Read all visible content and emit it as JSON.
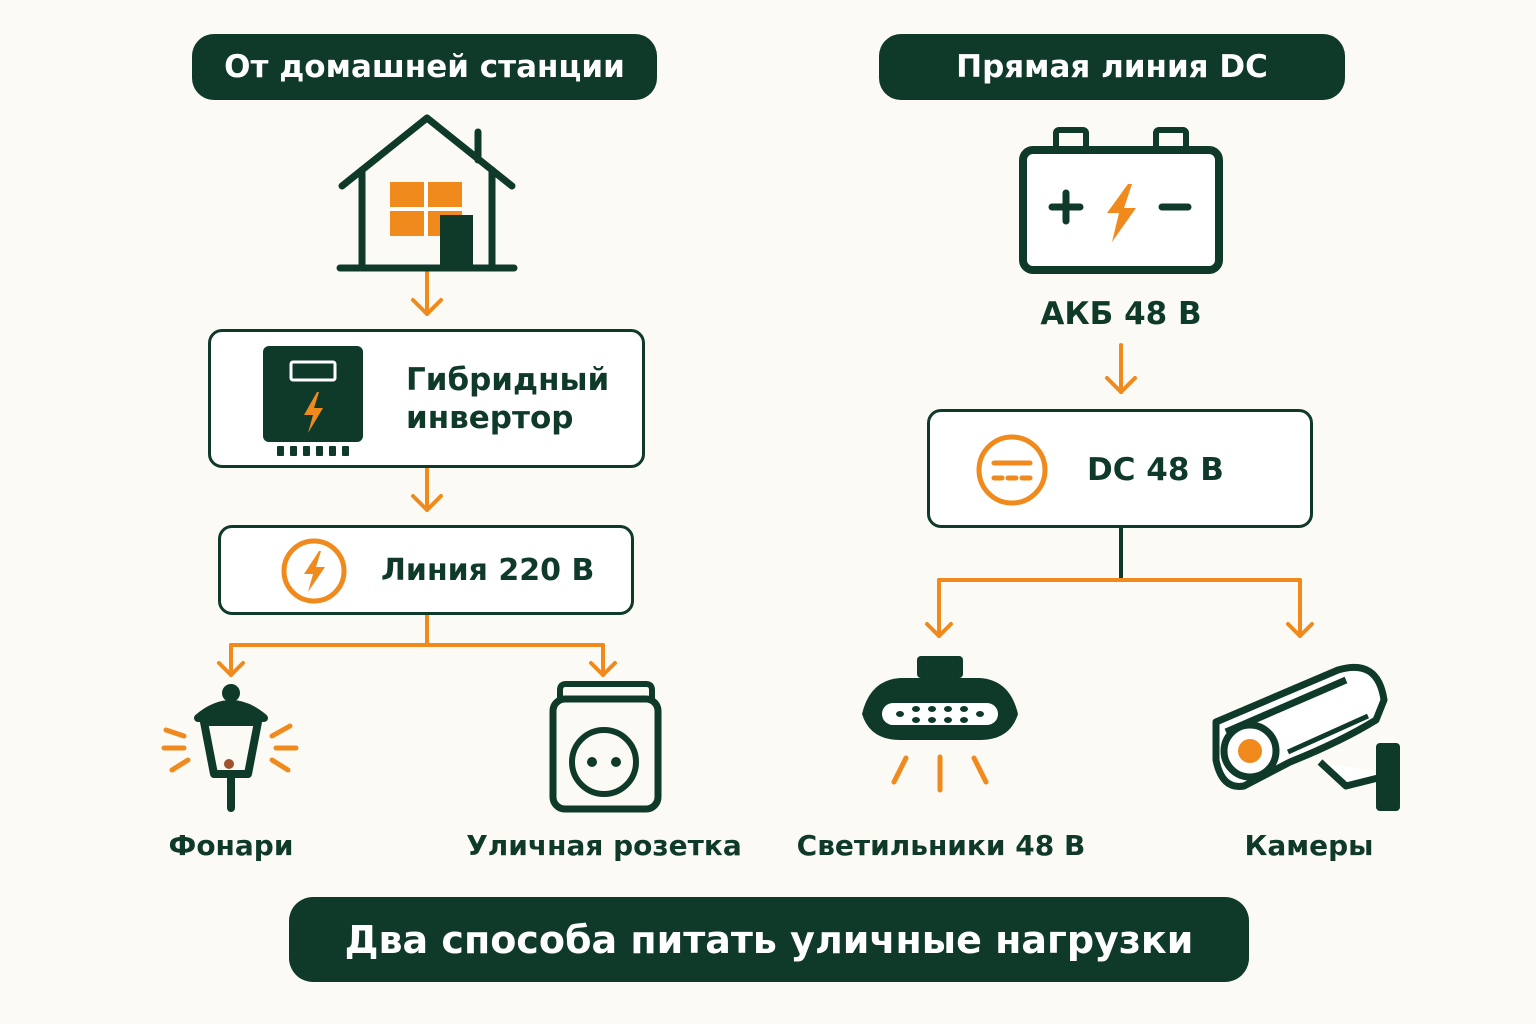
{
  "left": {
    "title": "От домашней станции",
    "inverter_line1": "Гибридный",
    "inverter_line2": "инвертор",
    "line_label": "Линия 220 В",
    "loads": [
      "Фонари",
      "Уличная розетка"
    ]
  },
  "right": {
    "title": "Прямая линия DC",
    "battery_label": "АКБ 48 В",
    "dc_label": "DC 48 В",
    "loads": [
      "Светильники 48 В",
      "Камеры"
    ]
  },
  "footer": "Два способа питать уличные нагрузки",
  "colors": {
    "dark": "#0f3a2a",
    "orange": "#f08a1c",
    "background": "#fbfaf5"
  },
  "icons": [
    "house-icon",
    "inverter-icon",
    "lightning-icon",
    "battery-icon",
    "dc-symbol-icon",
    "lantern-icon",
    "socket-icon",
    "ceiling-light-icon",
    "camera-icon"
  ]
}
